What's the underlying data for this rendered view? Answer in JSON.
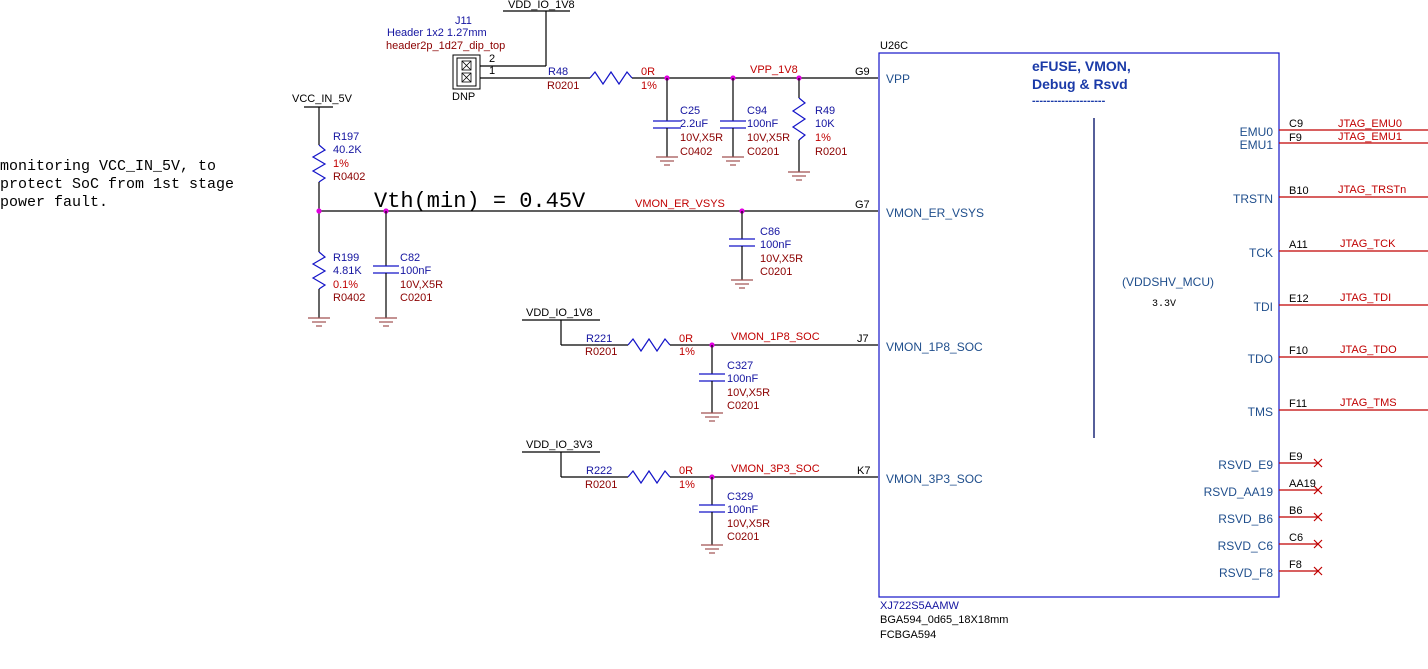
{
  "colors": {
    "wire": "#000000",
    "net_label": "#c00000",
    "component_outline": "#1414c8",
    "refdes": "#1414a0",
    "footprint": "#8b0000",
    "pin_name": "#1f4e8c",
    "junction": "#e000e0",
    "title_text": "#1a3aa8"
  },
  "note": {
    "line1": "monitoring VCC_IN_5V, to",
    "line2": "protect SoC from 1st stage",
    "line3": "power fault."
  },
  "vth_text": "Vth(min) = 0.45V",
  "power": {
    "vdd_io_1v8_top": "VDD_IO_1V8",
    "vcc_in_5v": "VCC_IN_5V",
    "vdd_io_1v8_mid": "VDD_IO_1V8",
    "vdd_io_3v3": "VDD_IO_3V3"
  },
  "j11": {
    "ref": "J11",
    "desc": "Header 1x2 1.27mm",
    "footprint": "header2p_1d27_dip_top",
    "pin2": "2",
    "pin1": "1",
    "dnp": "DNP"
  },
  "r48": {
    "ref": "R48",
    "value": "0R",
    "tol": "1%",
    "pkg": "R0201"
  },
  "c25": {
    "ref": "C25",
    "value": "2.2uF",
    "rating": "10V,X5R",
    "pkg": "C0402"
  },
  "c94": {
    "ref": "C94",
    "value": "100nF",
    "rating": "10V,X5R",
    "pkg": "C0201"
  },
  "r49": {
    "ref": "R49",
    "value": "10K",
    "tol": "1%",
    "pkg": "R0201"
  },
  "r197": {
    "ref": "R197",
    "value": "40.2K",
    "tol": "1%",
    "pkg": "R0402"
  },
  "r199": {
    "ref": "R199",
    "value": "4.81K",
    "tol": "0.1%",
    "pkg": "R0402"
  },
  "c82": {
    "ref": "C82",
    "value": "100nF",
    "rating": "10V,X5R",
    "pkg": "C0201"
  },
  "c86": {
    "ref": "C86",
    "value": "100nF",
    "rating": "10V,X5R",
    "pkg": "C0201"
  },
  "r221": {
    "ref": "R221",
    "value": "0R",
    "tol": "1%",
    "pkg": "R0201"
  },
  "c327": {
    "ref": "C327",
    "value": "100nF",
    "rating": "10V,X5R",
    "pkg": "C0201"
  },
  "r222": {
    "ref": "R222",
    "value": "0R",
    "tol": "1%",
    "pkg": "R0201"
  },
  "c329": {
    "ref": "C329",
    "value": "100nF",
    "rating": "10V,X5R",
    "pkg": "C0201"
  },
  "nets": {
    "vpp_1v8": "VPP_1V8",
    "vmon_er_vsys": "VMON_ER_VSYS",
    "vmon_1p8_soc": "VMON_1P8_SOC",
    "vmon_3p3_soc": "VMON_3P3_SOC",
    "jtag_emu0": "JTAG_EMU0",
    "jtag_emu1": "JTAG_EMU1",
    "jtag_trstn": "JTAG_TRSTn",
    "jtag_tck": "JTAG_TCK",
    "jtag_tdi": "JTAG_TDI",
    "jtag_tdo": "JTAG_TDO",
    "jtag_tms": "JTAG_TMS"
  },
  "u26c": {
    "ref": "U26C",
    "title1": "eFUSE, VMON,",
    "title2": "Debug & Rsvd",
    "title_rule": "--------------------",
    "domain": "(VDDSHV_MCU)",
    "voltage": "3.3V",
    "part": "XJ722S5AAMW",
    "package": "BGA594_0d65_18X18mm",
    "footprint": "FCBGA594",
    "left_pins": [
      {
        "ball": "G9",
        "name": "VPP"
      },
      {
        "ball": "G7",
        "name": "VMON_ER_VSYS"
      },
      {
        "ball": "J7",
        "name": "VMON_1P8_SOC"
      },
      {
        "ball": "K7",
        "name": "VMON_3P3_SOC"
      }
    ],
    "right_pins": [
      {
        "ball": "C9",
        "name": "EMU0"
      },
      {
        "ball": "F9",
        "name": "EMU1"
      },
      {
        "ball": "B10",
        "name": "TRSTN"
      },
      {
        "ball": "A11",
        "name": "TCK"
      },
      {
        "ball": "E12",
        "name": "TDI"
      },
      {
        "ball": "F10",
        "name": "TDO"
      },
      {
        "ball": "F11",
        "name": "TMS"
      },
      {
        "ball": "E9",
        "name": "RSVD_E9"
      },
      {
        "ball": "AA19",
        "name": "RSVD_AA19"
      },
      {
        "ball": "B6",
        "name": "RSVD_B6"
      },
      {
        "ball": "C6",
        "name": "RSVD_C6"
      },
      {
        "ball": "F8",
        "name": "RSVD_F8"
      }
    ]
  }
}
